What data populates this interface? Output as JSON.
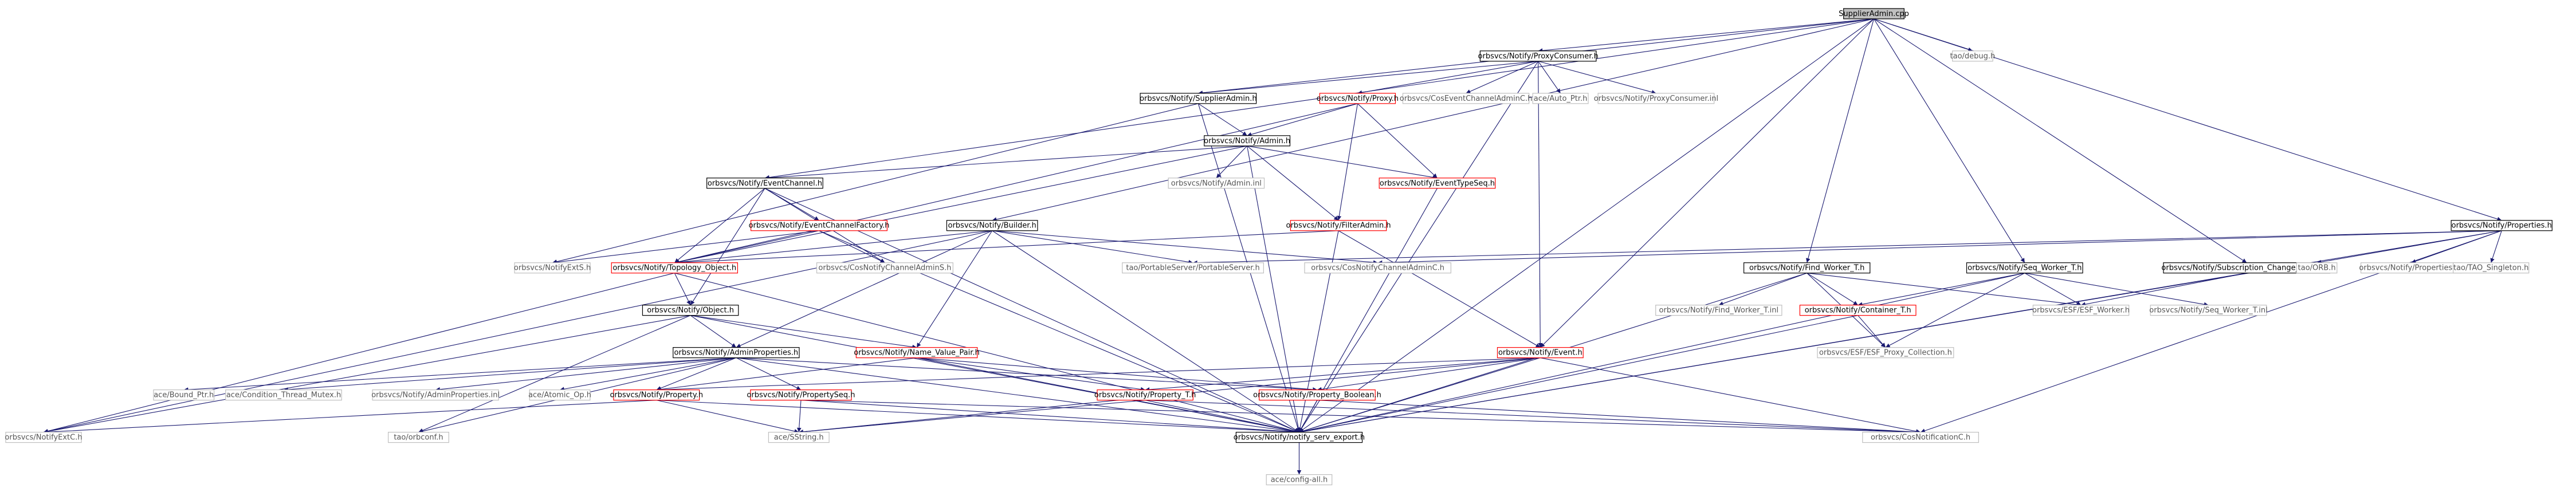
{
  "colors": {
    "root_fill": "#bfbfbf",
    "root_stroke": "#000000",
    "header_stroke": "#000000",
    "partial_stroke": "#ff0000",
    "external_stroke": "#bfbfbf",
    "edge": "#191970",
    "text_normal": "#000000",
    "text_external": "#555555"
  },
  "nodes": {
    "root": "SupplierAdmin.cpp",
    "proxyconsumer": "orbsvcs/Notify/ProxyConsumer.h",
    "supplieradmin_h": "orbsvcs/Notify/SupplierAdmin.h",
    "proxy_h": "orbsvcs/Notify/Proxy.h",
    "cosevent": "orbsvcs/CosEventChannelAdminC.h",
    "auto_ptr": "ace/Auto_Ptr.h",
    "proxyconsumer_inl": "orbsvcs/Notify/ProxyConsumer.inl",
    "taodebug": "tao/debug.h",
    "admin_h": "orbsvcs/Notify/Admin.h",
    "eventchannel": "orbsvcs/Notify/EventChannel.h",
    "admin_inl": "orbsvcs/Notify/Admin.inl",
    "eventtypeseq": "orbsvcs/Notify/EventTypeSeq.h",
    "ecfactory": "orbsvcs/Notify/EventChannelFactory.h",
    "filteradmin": "orbsvcs/Notify/FilterAdmin.h",
    "builder": "orbsvcs/Notify/Builder.h",
    "properties_h": "orbsvcs/Notify/Properties.h",
    "notifyexts": "orbsvcs/NotifyExtS.h",
    "topology": "orbsvcs/Notify/Topology_Object.h",
    "cosnotifyadmins": "orbsvcs/CosNotifyChannelAdminS.h",
    "portableserver": "tao/PortableServer/PortableServer.h",
    "cosnotifyadminc": "orbsvcs/CosNotifyChannelAdminC.h",
    "findworker": "orbsvcs/Notify/Find_Worker_T.h",
    "seqworker": "orbsvcs/Notify/Seq_Worker_T.h",
    "subchange": "orbsvcs/Notify/Subscription_Change_Worker.h",
    "orb_h": "tao/ORB.h",
    "properties_inl": "orbsvcs/Notify/Properties.inl",
    "singleton": "tao/TAO_Singleton.h",
    "object_h": "orbsvcs/Notify/Object.h",
    "findworker_inl": "orbsvcs/Notify/Find_Worker_T.inl",
    "container": "orbsvcs/Notify/Container_T.h",
    "esfworker": "orbsvcs/ESF/ESF_Worker.h",
    "seqworker_inl": "orbsvcs/Notify/Seq_Worker_T.inl",
    "adminprops": "orbsvcs/Notify/AdminProperties.h",
    "namevalue": "orbsvcs/Notify/Name_Value_Pair.h",
    "event_h": "orbsvcs/Notify/Event.h",
    "esfproxy": "orbsvcs/ESF/ESF_Proxy_Collection.h",
    "boundptr": "ace/Bound_Ptr.h",
    "condmutex": "ace/Condition_Thread_Mutex.h",
    "adminprops_inl": "orbsvcs/Notify/AdminProperties.inl",
    "atomicop": "ace/Atomic_Op.h",
    "property_h": "orbsvcs/Notify/Property.h",
    "propertyseq": "orbsvcs/Notify/PropertySeq.h",
    "property_t": "orbsvcs/Notify/Property_T.h",
    "propbool": "orbsvcs/Notify/Property_Boolean.h",
    "notifyextc": "orbsvcs/NotifyExtC.h",
    "orbconf": "tao/orbconf.h",
    "sstring": "ace/SString.h",
    "servexport": "orbsvcs/Notify/notify_serv_export.h",
    "cosnotifyc": "orbsvcs/CosNotificationC.h",
    "configall": "ace/config-all.h"
  }
}
